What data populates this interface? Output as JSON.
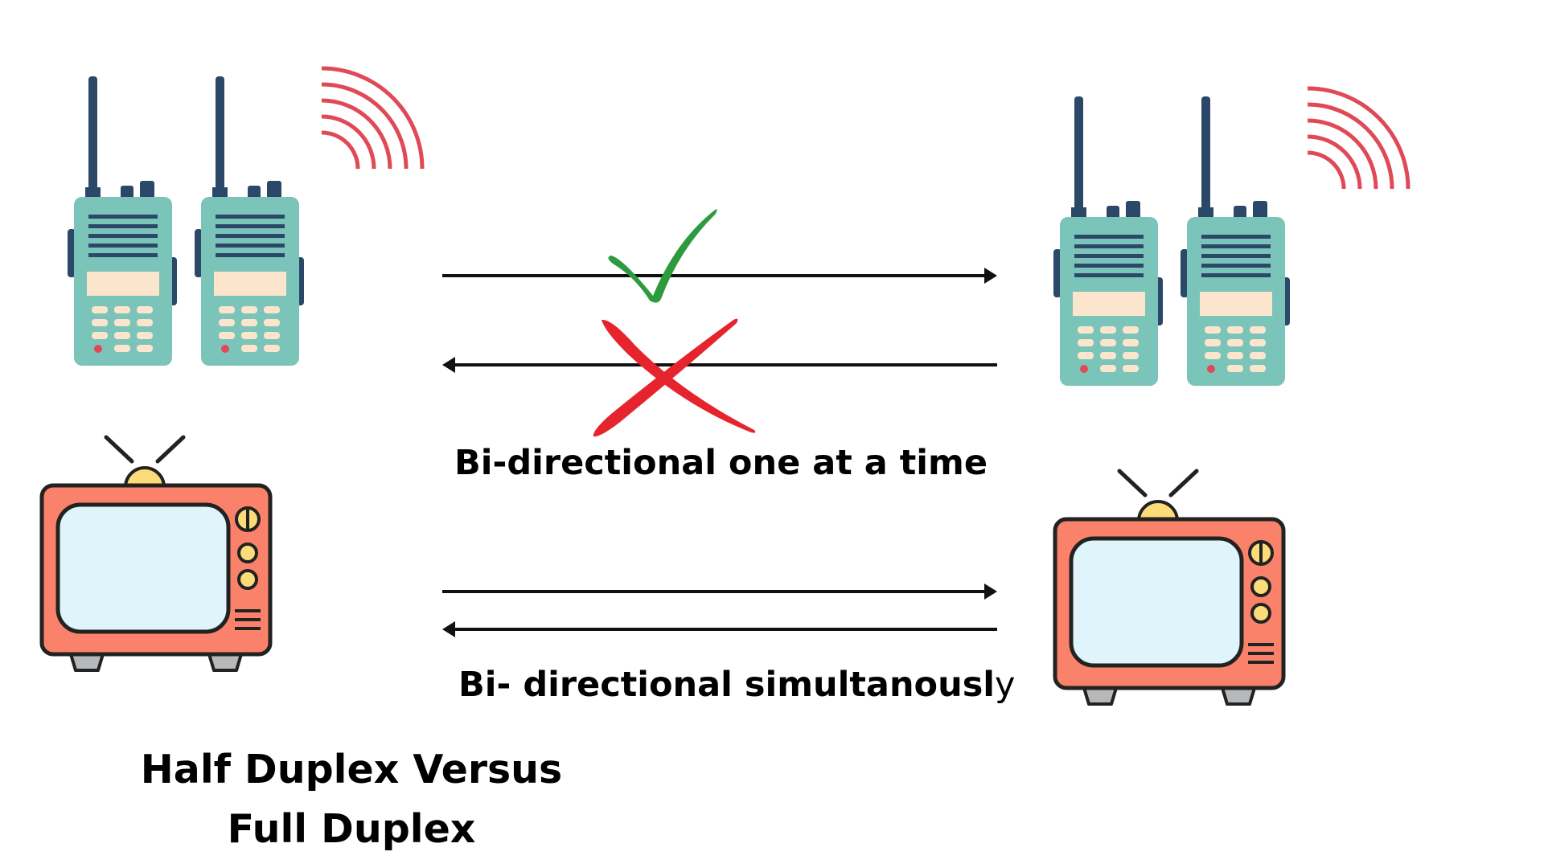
{
  "diagram": {
    "half_duplex_caption": "Bi-directional one at a time",
    "full_duplex_caption_main": "Bi- directional simultanousl",
    "full_duplex_caption_tail": "y",
    "title_line_1": "Half Duplex Versus",
    "title_line_2": "Full Duplex"
  },
  "colors": {
    "radio_body": "#7bc4b9",
    "radio_dark": "#2b4868",
    "radio_screen": "#fbe5cc",
    "radio_key": "#fbe5cc",
    "radio_signal": "#e04a57",
    "tv_body": "#fb826a",
    "tv_screen": "#dff4fb",
    "tv_knob": "#fcdc78",
    "tv_foot": "#b6b8b9",
    "outline": "#222222",
    "check": "#2e9a3e",
    "cross": "#e6242d",
    "arrow": "#111111"
  },
  "icons": {
    "walkie_talkie": "walkie-talkie-icon",
    "television": "television-icon",
    "check": "check-mark-icon",
    "cross": "cross-mark-icon"
  }
}
